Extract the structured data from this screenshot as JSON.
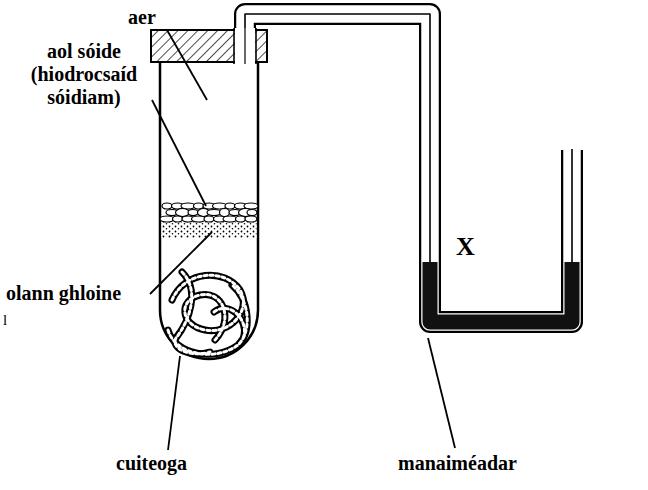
{
  "diagram": {
    "labels": [
      "aer",
      "aol sóide (hiodrocsaíd sóidiam)",
      "olann ghloine",
      "X",
      "cuiteoga",
      "manaiméadar",
      "l"
    ]
  }
}
